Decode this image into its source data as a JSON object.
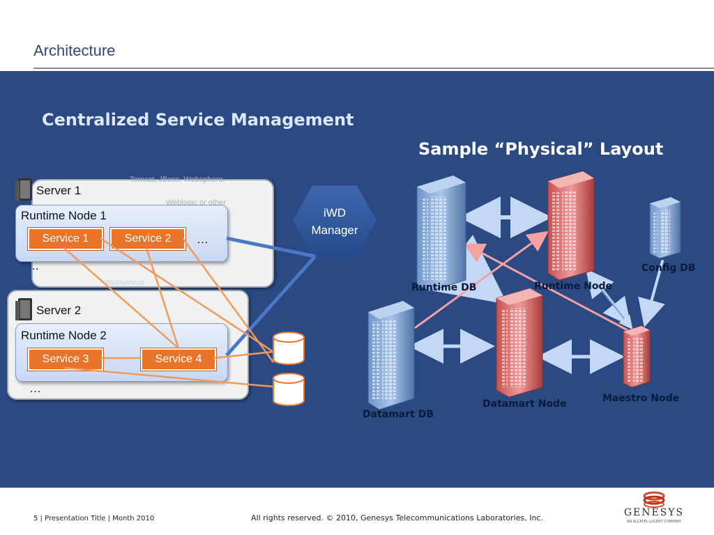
{
  "slide": {
    "title": "Architecture",
    "heading": "Centralized Service Management",
    "subheading": "Sample “Physical” Layout"
  },
  "left_diagram": {
    "server1": {
      "label": "Server 1",
      "ghost_text_1": "Tomcat, JBoss, Websphere,",
      "ghost_text_2": "Weblogic or other",
      "runtime_label": "Runtime Node 1",
      "services": [
        "Service 1",
        "Service 2"
      ],
      "more_services": "…",
      "more_nodes": "..",
      "ghost_webservice": "Webservice"
    },
    "server2": {
      "label": "Server 2",
      "runtime_label": "Runtime Node 2",
      "services": [
        "Service 3",
        "Service 4"
      ],
      "more_nodes": "…"
    },
    "manager": {
      "line1": "iWD",
      "line2": "Manager"
    }
  },
  "physical_layout": {
    "nodes": [
      "Runtime DB",
      "Runtime Node",
      "Config DB",
      "Datamart DB",
      "Datamart Node",
      "Maestro Node"
    ]
  },
  "footer": {
    "page": "5 | Presentation Title | Month 2010",
    "copyright": "All rights reserved. © 2010, Genesys Telecommunications Laboratories, Inc.",
    "logo_word": "GENESYS",
    "logo_sub": "AN ALCATEL-LUCENT COMPANY"
  },
  "colors": {
    "panel": "#2b4a84",
    "service": "#e8742b",
    "db_server": "#8fb3e0",
    "app_server": "#e07a7a",
    "arrow_pink": "#f0a0a0",
    "arrow_light": "#b8cff2"
  },
  "icons": [
    "server-tower-icon",
    "database-cylinder-icon",
    "hexagon-icon"
  ]
}
